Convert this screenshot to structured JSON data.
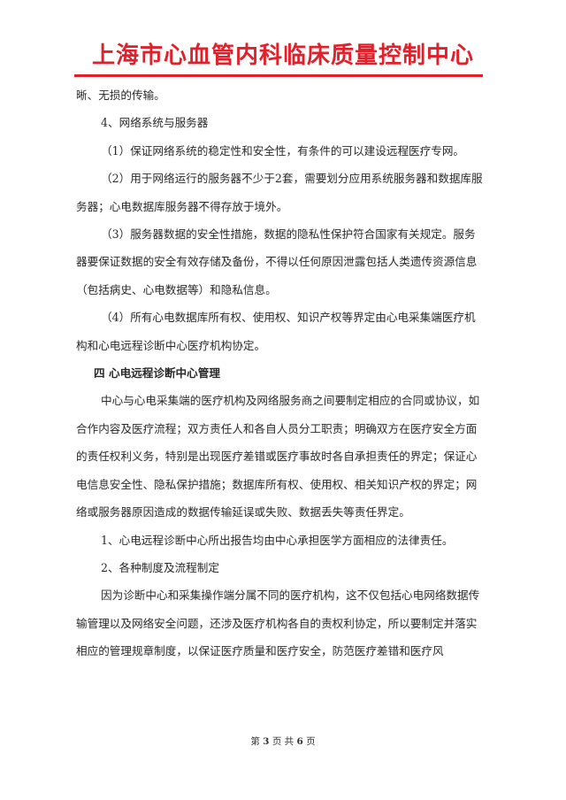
{
  "header": {
    "title": "上海市心血管内科临床质量控制中心"
  },
  "paragraphs": [
    {
      "text": "晰、无损的传输。",
      "kind": "plain"
    },
    {
      "text": "4、网络系统与服务器",
      "kind": "indent"
    },
    {
      "text": "（1）保证网络系统的稳定性和安全性，有条件的可以建设远程医疗专网。",
      "kind": "indent"
    },
    {
      "text": "（2）用于网络运行的服务器不少于2套，需要划分应用系统服务器和数据库服务器；心电数据库服务器不得存放于境外。",
      "kind": "indent"
    },
    {
      "text": "（3）服务器数据的安全性措施，数据的隐私性保护符合国家有关规定。服务器要保证数据的安全有效存储及备份，不得以任何原因泄露包括人类遗传资源信息（包括病史、心电数据等）和隐私信息。",
      "kind": "indent"
    },
    {
      "text": "（4）所有心电数据库所有权、使用权、知识产权等界定由心电采集端医疗机构和心电远程诊断中心医疗机构协定。",
      "kind": "indent"
    },
    {
      "text": "四  心电远程诊断中心管理",
      "kind": "heading"
    },
    {
      "text": "中心与心电采集端的医疗机构及网络服务商之间要制定相应的合同或协议，如合作内容及医疗流程；双方责任人和各自人员分工职责；明确双方在医疗安全方面的责任权利义务，特别是出现医疗差错或医疗事故时各自承担责任的界定；保证心电信息安全性、隐私保护措施；数据库所有权、使用权、相关知识产权的界定；网络或服务器原因造成的数据传输延误或失败、数据丢失等责任界定。",
      "kind": "indent"
    },
    {
      "text": "1、心电远程诊断中心所出报告均由中心承担医学方面相应的法律责任。",
      "kind": "indent"
    },
    {
      "text": "2、各种制度及流程制定",
      "kind": "indent"
    },
    {
      "text": "因为诊断中心和采集操作端分属不同的医疗机构，这不仅包括心电网络数据传输管理以及网络安全问题，还涉及医疗机构各自的责权利协定，所以要制定并落实相应的管理规章制度，以保证医疗质量和医疗安全，防范医疗差错和医疗风",
      "kind": "indent"
    }
  ],
  "footer": {
    "prefix": "第",
    "page": "3",
    "middle": "页 共",
    "total": "6",
    "suffix": "页"
  },
  "colors": {
    "accent": "#e0202a",
    "text": "#2a2a2a"
  }
}
